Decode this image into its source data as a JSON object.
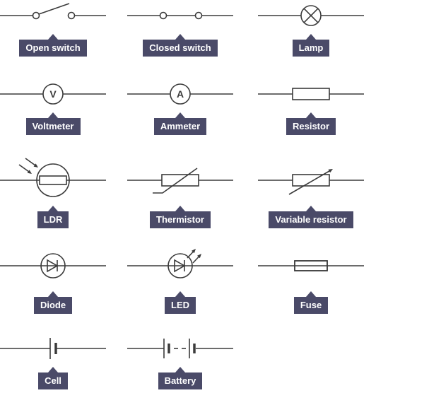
{
  "style": {
    "background": "#ffffff",
    "line_color": "#3b3b3b",
    "label_background": "#4a4a68",
    "label_text_color": "#ffffff"
  },
  "symbols": [
    {
      "id": "open-switch",
      "label": "Open switch"
    },
    {
      "id": "closed-switch",
      "label": "Closed switch"
    },
    {
      "id": "lamp",
      "label": "Lamp"
    },
    {
      "id": "voltmeter",
      "label": "Voltmeter",
      "letter": "V"
    },
    {
      "id": "ammeter",
      "label": "Ammeter",
      "letter": "A"
    },
    {
      "id": "resistor",
      "label": "Resistor"
    },
    {
      "id": "ldr",
      "label": "LDR"
    },
    {
      "id": "thermistor",
      "label": "Thermistor"
    },
    {
      "id": "variable-resistor",
      "label": "Variable resistor"
    },
    {
      "id": "diode",
      "label": "Diode"
    },
    {
      "id": "led",
      "label": "LED"
    },
    {
      "id": "fuse",
      "label": "Fuse"
    },
    {
      "id": "cell",
      "label": "Cell"
    },
    {
      "id": "battery",
      "label": "Battery"
    }
  ]
}
